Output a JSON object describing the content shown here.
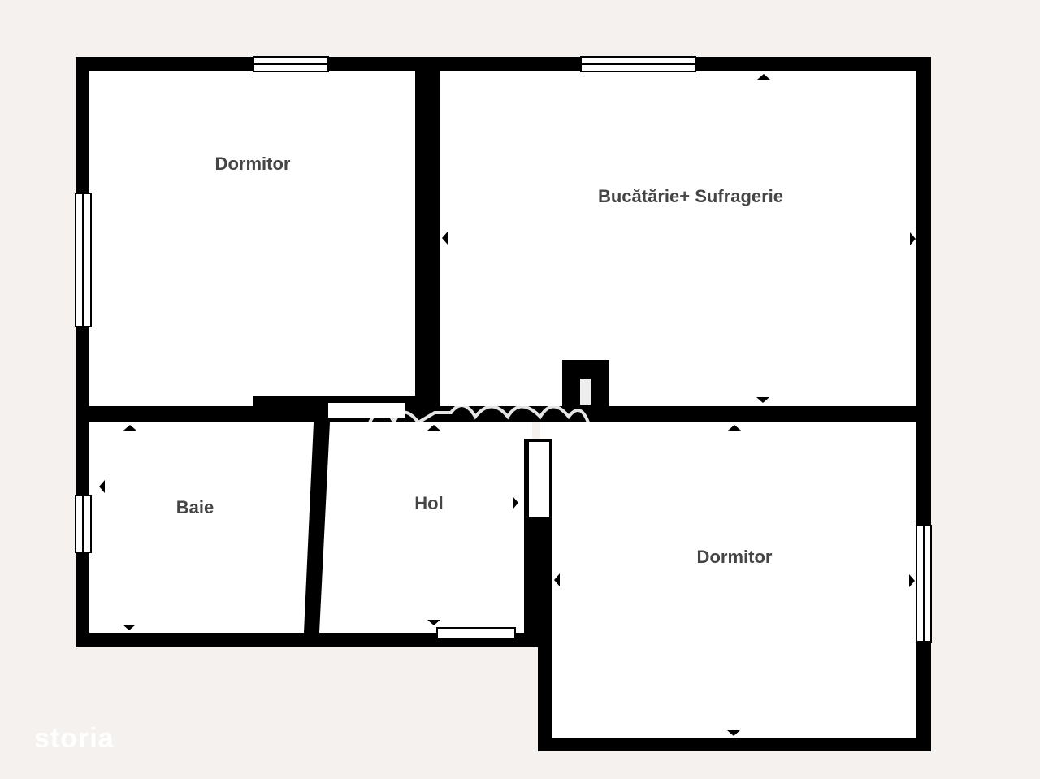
{
  "plan": {
    "rooms": [
      {
        "label": "Dormitor"
      },
      {
        "label": "Bucătărie+ Sufragerie"
      },
      {
        "label": "Baie"
      },
      {
        "label": "Hol"
      },
      {
        "label": "Dormitor"
      }
    ],
    "wall_color": "#000000",
    "floor_color": "#ffffff",
    "background_color": "#f4f1ee"
  },
  "logo": {
    "text": "storia"
  }
}
